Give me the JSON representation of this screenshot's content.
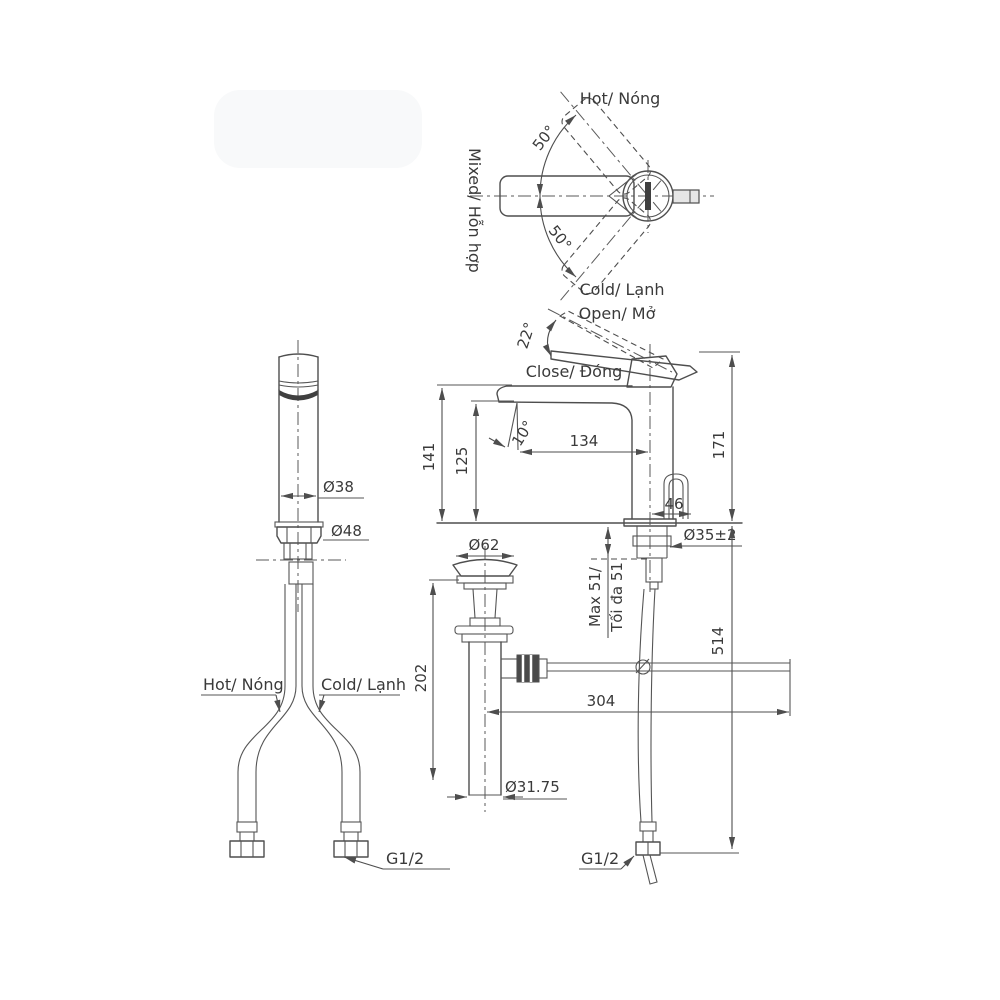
{
  "top_view": {
    "hot_label": "Hot/ Nóng",
    "mixed_label": "Mixed/ Hỗn hợp",
    "cold_label": "Cold/ Lạnh",
    "angle_upper": "50°",
    "angle_lower": "50°"
  },
  "side_view": {
    "open_label": "Open/ Mở",
    "close_label": "Close/ Đóng",
    "lever_angle": "22°",
    "spray_angle": "10°",
    "height_spout_top": "141",
    "height_outlet": "125",
    "spout_reach": "134",
    "total_height": "171",
    "rod_offset": "46",
    "hole_dia": "Ø35±2",
    "max_deck_line1": "Max 51/",
    "max_deck_line2": "Tối đa 51",
    "below_deck_length": "514",
    "rod_reach": "304"
  },
  "right_hose": {
    "thread": "G1/2"
  },
  "front_view": {
    "body_dia": "Ø38",
    "base_dia": "Ø48",
    "hot_hose_label": "Hot/ Nóng",
    "cold_hose_label": "Cold/ Lạnh",
    "thread": "G1/2"
  },
  "drain": {
    "cap_dia": "Ø62",
    "body_length": "202",
    "pipe_dia": "Ø31.75"
  }
}
